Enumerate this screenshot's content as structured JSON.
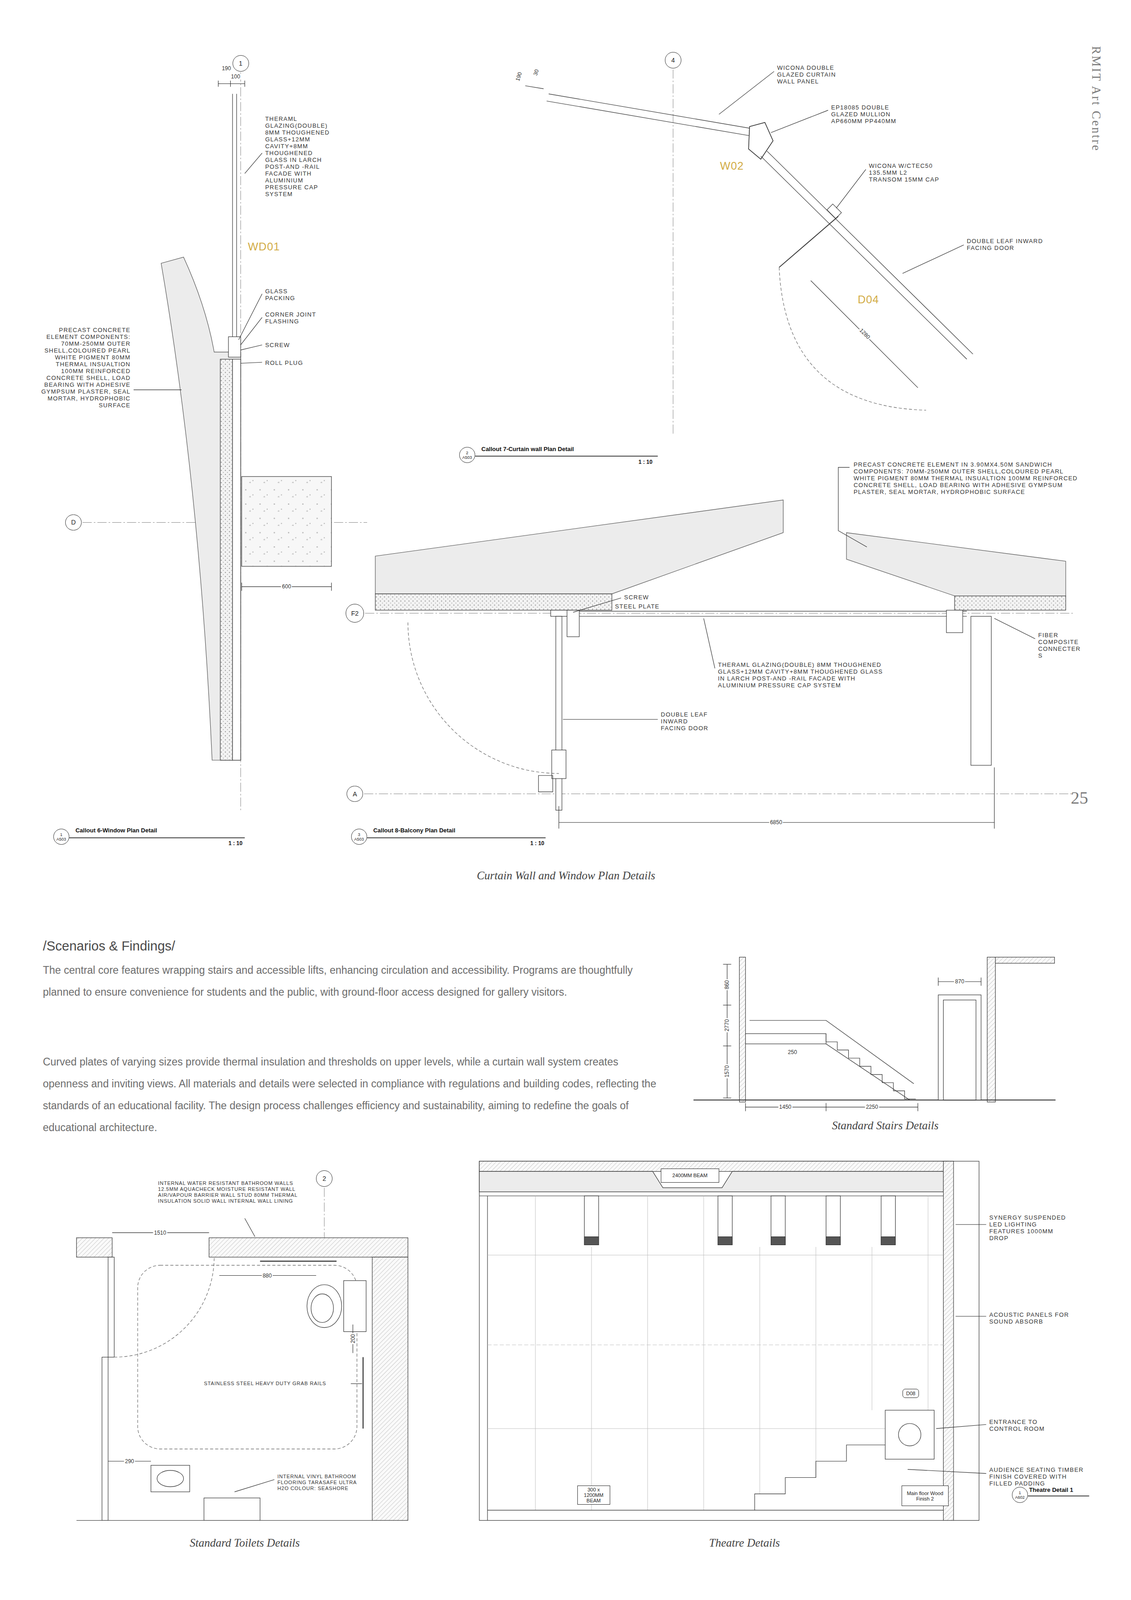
{
  "diagram": {
    "nodes": [
      {
        "text": [
          "1"
        ]
      },
      {
        "text": [
          "4"
        ]
      },
      {
        "text": [
          "2",
          "A503"
        ]
      },
      {
        "text": [
          "D"
        ]
      },
      {
        "text": [
          "F2"
        ]
      },
      {
        "text": [
          "A"
        ]
      },
      {
        "text": [
          "1",
          "A503"
        ]
      },
      {
        "text": [
          "3",
          "A503"
        ]
      },
      {
        "text": [
          "2"
        ]
      },
      {
        "text": [
          "2400MM BEAM"
        ]
      },
      {
        "text": [
          "D08"
        ]
      },
      {
        "text": [
          "300 x 1200MM BEAM"
        ]
      },
      {
        "text": [
          "Main floor Wood Finish 2"
        ]
      },
      {
        "text": [
          "1",
          "A602"
        ]
      }
    ],
    "labels": [
      "RMIT Art Centre",
      "25",
      "190",
      "100",
      "THERAML GLAZING(DOUBLE) 8MM THOUGHENED GLASS+12MM CAVITY+8MM THOUGHENED GLASS IN LARCH POST-AND -RAIL FACADE WITH ALUMINIUM PRESSURE CAP SYSTEM",
      "WD01",
      "GLASS PACKING",
      "CORNER JOINT FLASHING",
      "SCREW",
      "ROLL PLUG",
      "PRECAST CONCRETE ELEMENT COMPONENTS: 70MM-250MM OUTER SHELL,COLOURED PEARL WHITE PIGMENT 80MM THERMAL INSUALTION 100MM REINFORCED CONCRETE SHELL, LOAD BEARING WITH ADHESIVE GYMPSUM PLASTER, SEAL MORTAR, HYDROPHOBIC SURFACE",
      "600",
      "Callout 6-Window Plan Detail",
      "1 : 10",
      "190",
      "30",
      "WICONA DOUBLE GLAZED CURTAIN WALL PANEL",
      "EP18085 DOUBLE GLAZED MULLION AP660MM PP440MM",
      "W02",
      "WICONA W/CTEC50 135.5MM L2 TRANSOM 15MM CAP",
      "DOUBLE LEAF INWARD FACING DOOR",
      "D04",
      "1280",
      "Callout 7-Curtain wall Plan Detail",
      "1 : 10",
      "PRECAST CONCRETE ELEMENT IN 3.90MX4.50M SANDWICH COMPONENTS: 70MM-250MM OUTER SHELL,COLOURED PEARL WHITE PIGMENT 80MM THERMAL INSUALTION 100MM REINFORCED CONCRETE SHELL, LOAD BEARING WITH ADHESIVE GYMPSUM PLASTER, SEAL MORTAR, HYDROPHOBIC SURFACE",
      "SCREW",
      "STEEL PLATE",
      "FIBER COMPOSITE CONNECTER S",
      "THERAML GLAZING(DOUBLE) 8MM THOUGHENED GLASS+12MM CAVITY+8MM THOUGHENED GLASS IN LARCH POST-AND -RAIL FACADE WITH ALUMINIUM PRESSURE CAP SYSTEM",
      "DOUBLE LEAF INWARD FACING DOOR",
      "6850",
      "Callout 8-Balcony Plan Detail",
      "1 : 10",
      "Curtain Wall and Window Plan Details",
      "/Scenarios & Findings/",
      "The central core features wrapping stairs and accessible lifts, enhancing circulation and accessibility. Programs are thoughtfully planned to ensure convenience for students and the public, with ground-floor access designed for gallery visitors.",
      "Curved plates of varying sizes provide thermal insulation and thresholds on upper levels, while a curtain wall system creates openness and inviting views. All materials and details were selected in compliance with regulations and building codes, reflecting the standards of an educational facility. The design process challenges efficiency and sustainability, aiming to redefine the goals of educational architecture.",
      "860",
      "2770",
      "1570",
      "870",
      "250",
      "1450",
      "2250",
      "Standard Stairs Details",
      "INTERNAL WATER RESISTANT BATHROOM WALLS 12.5MM AQUACHECK MOISTURE RESISTANT WALL AIR/VAPOUR BARRIER WALL STUD 80MM THERMAL INSULATION SOLID WALL INTERNAL WALL LINING",
      "1510",
      "880",
      "200",
      "STAINLESS STEEL HEAVY DUTY GRAB RAILS",
      "290",
      "INTERNAL VINYL BATHROOM FLOORING TARASAFE ULTRA H2O COLOUR: SEASHORE",
      "Standard Toilets Details",
      "SYNERGY SUSPENDED LED LIGHTING FEATURES 1000MM DROP",
      "ACOUSTIC PANELS FOR SOUND ABSORB",
      "ENTRANCE TO CONTROL ROOM",
      "AUDIENCE SEATING TIMBER FINISH COVERED WITH FILLED PADDING",
      "Theatre Detail 1",
      "Theatre Details"
    ]
  }
}
